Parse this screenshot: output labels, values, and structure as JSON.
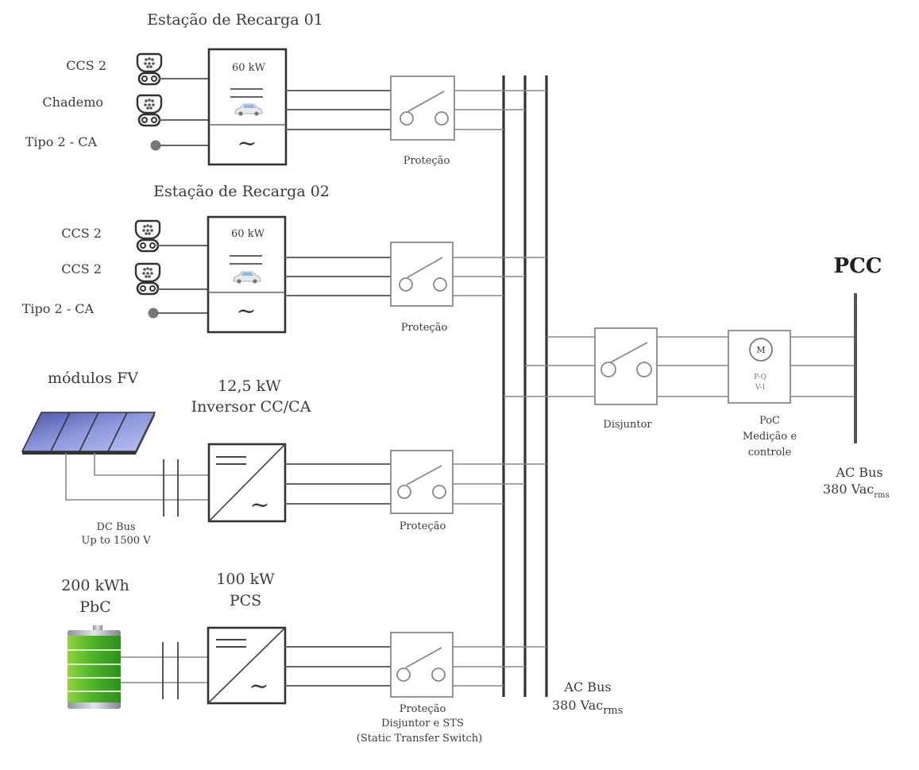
{
  "stations": [
    {
      "title": "Estação de Recarga 01",
      "power": "60 kW",
      "connectors": [
        "CCS 2",
        "Chademo",
        "Tipo 2 - CA"
      ],
      "protection": "Proteção"
    },
    {
      "title": "Estação de Recarga 02",
      "power": "60 kW",
      "connectors": [
        "CCS 2",
        "CCS 2",
        "Tipo 2 - CA"
      ],
      "protection": "Proteção"
    }
  ],
  "pv": {
    "title": "módulos FV",
    "inverter_power": "12,5 kW",
    "inverter_label": "Inversor CC/CA",
    "dc_bus_line1": "DC Bus",
    "dc_bus_line2": "Up to 1500 V",
    "protection": "Proteção"
  },
  "battery": {
    "capacity": "200 kWh",
    "chemistry": "PbC",
    "pcs_power": "100 kW",
    "pcs_label": "PCS",
    "protection_line1": "Proteção",
    "protection_line2": "Disjuntor e STS",
    "protection_line3": "(Static Transfer Switch)"
  },
  "ac_bus": {
    "line1": "AC Bus",
    "line2": "380 Vac",
    "subscript": "rms"
  },
  "breaker": {
    "label": "Disjuntor"
  },
  "poc": {
    "meter_symbol": "M",
    "meter_line1": "P-Q",
    "meter_line2": "V-I",
    "line1": "PoC",
    "line2": "Medição e",
    "line3": "controle"
  },
  "pcc": {
    "title": "PCC",
    "bus_line1": "AC Bus",
    "bus_line2": "380 Vac",
    "bus_subscript": "rms"
  },
  "colors": {
    "solar_panel": "#6f7fd0",
    "battery_green": "#5cbf2a",
    "battery_cap": "#b9bcc4"
  }
}
